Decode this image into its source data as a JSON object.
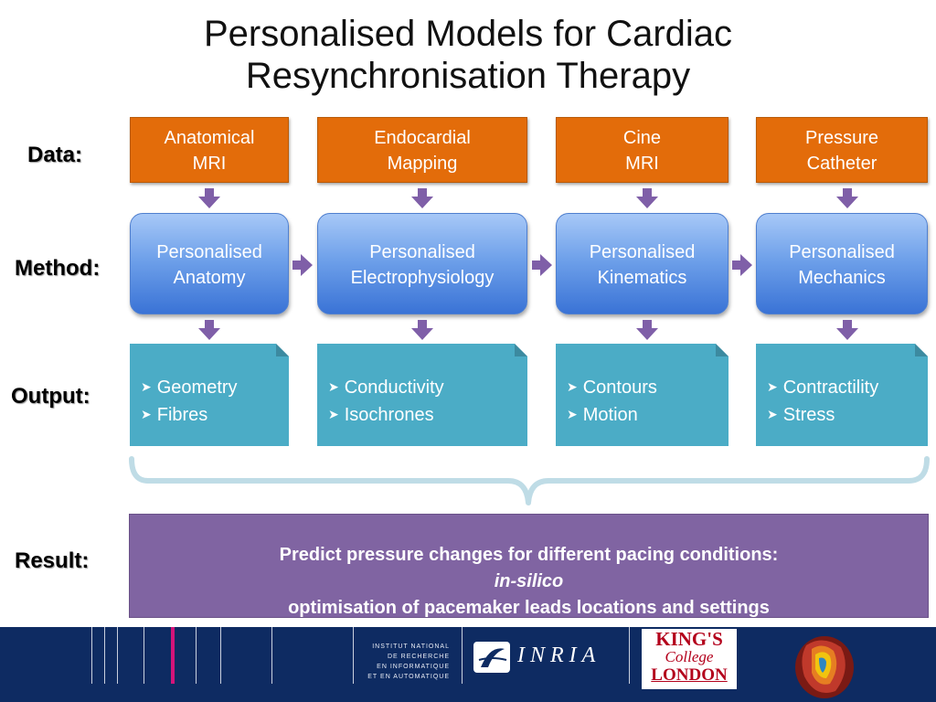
{
  "title": {
    "line1": "Personalised Models for Cardiac",
    "line2": "Resynchronisation Therapy"
  },
  "row_labels": {
    "data": "Data:",
    "method": "Method:",
    "output": "Output:",
    "result": "Result:"
  },
  "data_boxes": [
    {
      "line1": "Anatomical",
      "line2": "MRI"
    },
    {
      "line1": "Endocardial",
      "line2": "Mapping"
    },
    {
      "line1": "Cine",
      "line2": "MRI"
    },
    {
      "line1": "Pressure",
      "line2": "Catheter"
    }
  ],
  "method_boxes": [
    {
      "line1": "Personalised",
      "line2": "Anatomy"
    },
    {
      "line1": "Personalised",
      "line2": "Electrophysiology"
    },
    {
      "line1": "Personalised",
      "line2": "Kinematics"
    },
    {
      "line1": "Personalised",
      "line2": "Mechanics"
    }
  ],
  "output_boxes": [
    {
      "items": [
        "Geometry",
        "Fibres"
      ]
    },
    {
      "items": [
        "Conductivity",
        "Isochrones"
      ]
    },
    {
      "items": [
        "Contours",
        "Motion"
      ]
    },
    {
      "items": [
        "Contractility",
        "Stress"
      ]
    }
  ],
  "result": {
    "line1": "Predict pressure changes for different pacing conditions:",
    "line2_italic": "in-silico",
    "line2_rest": " optimisation of pacemaker leads locations and settings"
  },
  "footer": {
    "inria_caption": [
      "INSTITUT NATIONAL",
      "DE RECHERCHE",
      "EN INFORMATIQUE",
      "ET EN AUTOMATIQUE"
    ],
    "inria_logo_text": "INRIA",
    "kcl_logo_text": [
      "KING'S",
      "College",
      "LONDON"
    ]
  },
  "colors": {
    "data_orange": "#e36c0a",
    "method_blue": "#4f81bd",
    "output_teal": "#4bacc6",
    "result_purple": "#8064a2",
    "arrow_purple": "#7f5fa8",
    "footer_navy": "#0e2b62"
  }
}
